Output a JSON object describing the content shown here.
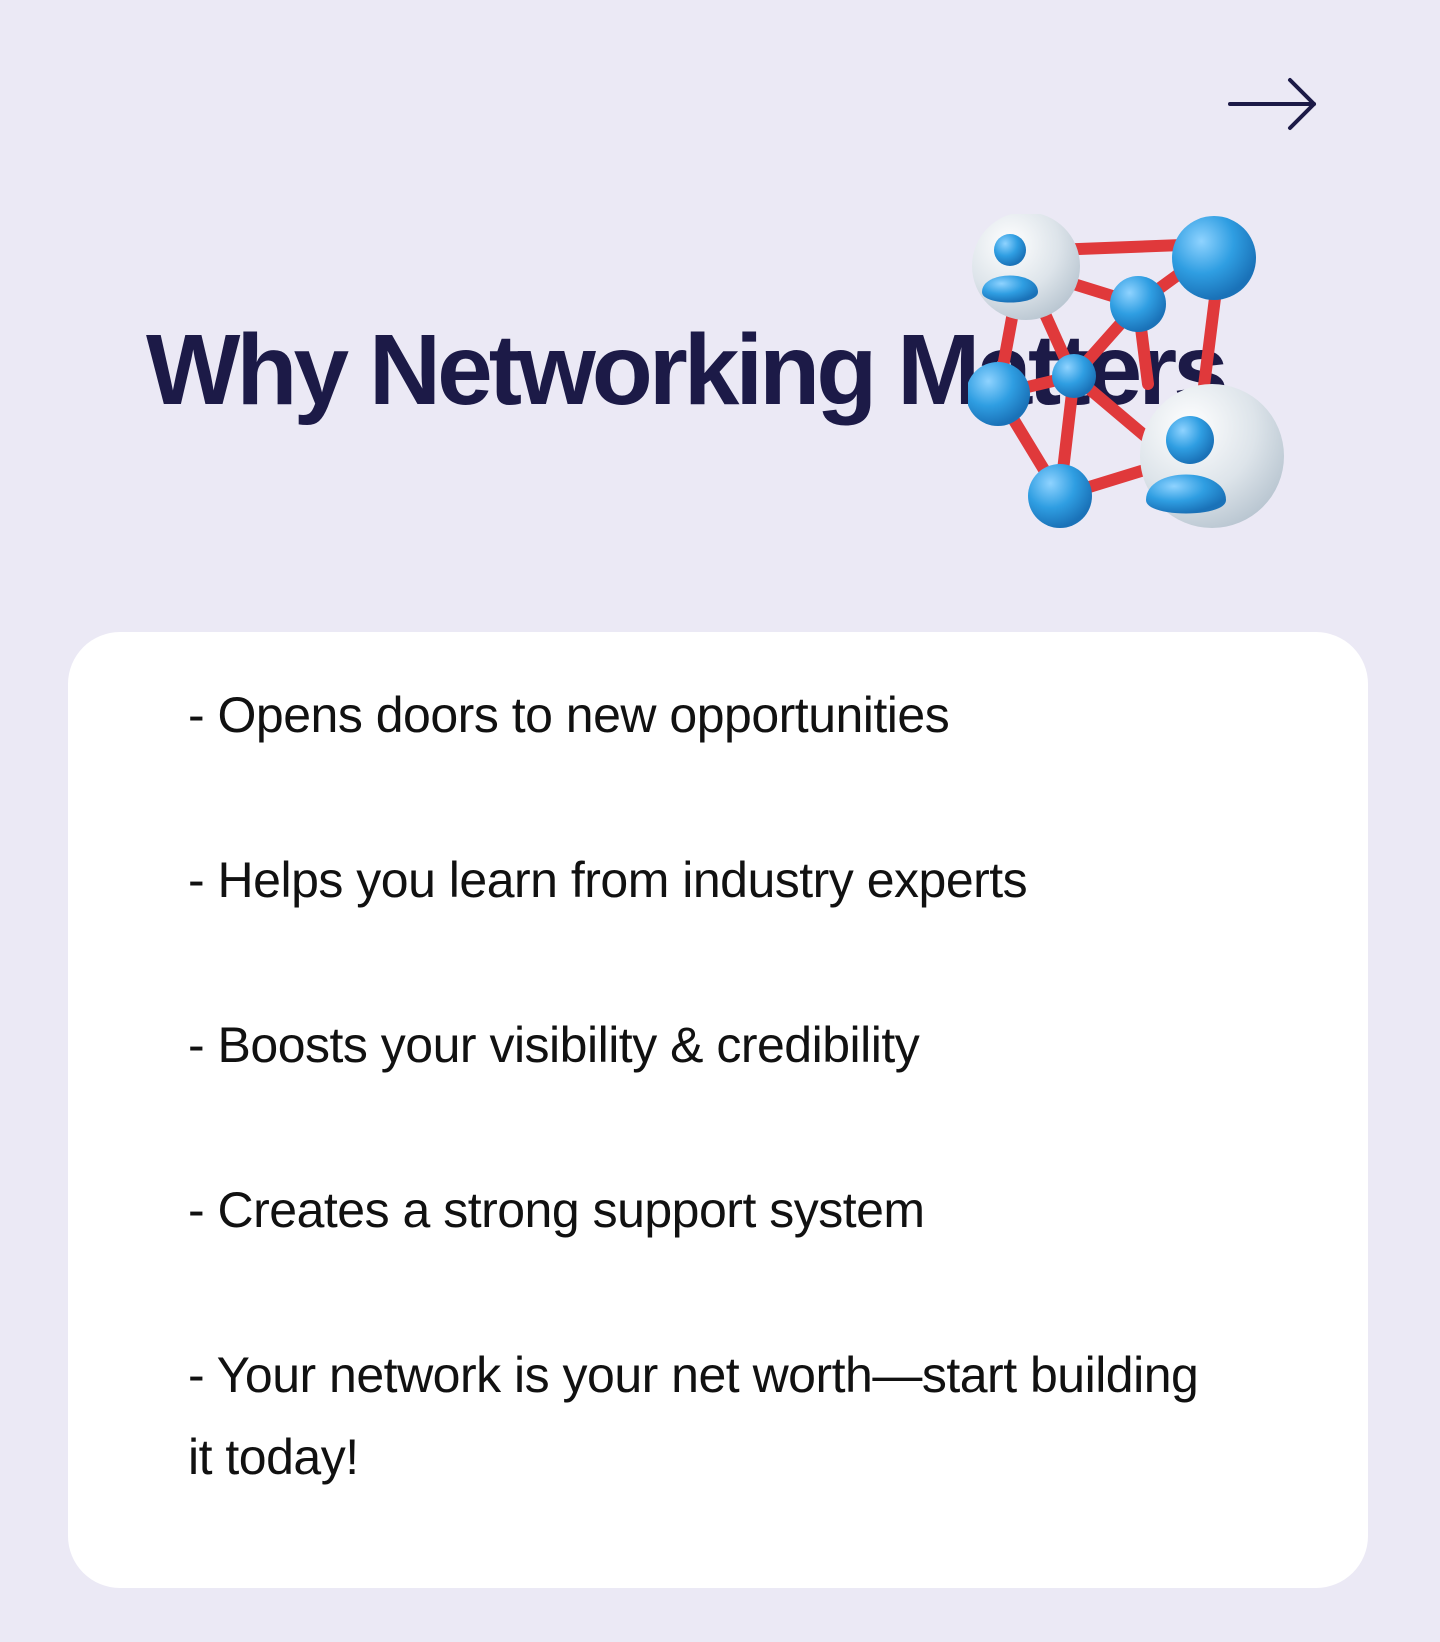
{
  "header": {
    "next_icon": "arrow-right-icon",
    "title": "Why Networking Matters"
  },
  "illustration": {
    "icon": "network-people-icon",
    "node_color": "#2f9ee2",
    "link_color": "#e0393b",
    "avatar_bg_color": "#dde4ea"
  },
  "benefits": [
    "- Opens doors to new opportunities",
    "- Helps you learn from industry experts",
    "- Boosts your visibility & credibility",
    "- Creates a strong support system",
    "- Your network is your net worth—start building it today!"
  ],
  "colors": {
    "background": "#ebe9f5",
    "title": "#1c1a47",
    "card": "#ffffff",
    "text": "#111111"
  }
}
